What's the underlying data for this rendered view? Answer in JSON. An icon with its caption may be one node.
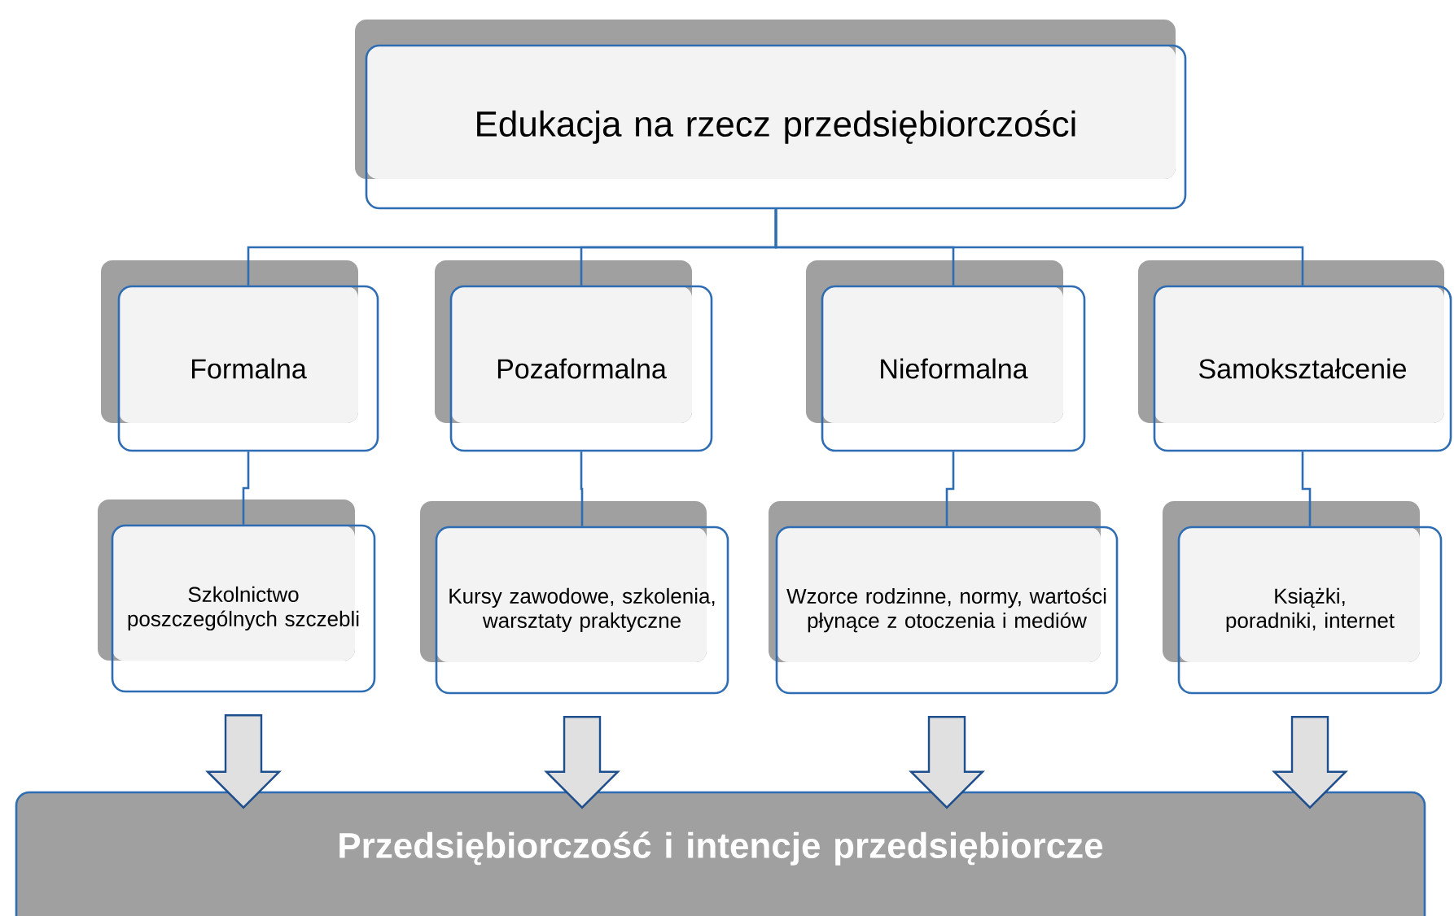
{
  "diagram": {
    "nodes": [
      {
        "text": [
          "Edukacja na rzecz przedsiębiorczości"
        ]
      },
      {
        "text": [
          "Formalna"
        ]
      },
      {
        "text": [
          "Pozaformalna"
        ]
      },
      {
        "text": [
          "Nieformalna"
        ]
      },
      {
        "text": [
          "Samokształcenie"
        ]
      },
      {
        "text": [
          "Szkolnictwo poszczególnych szczebli"
        ]
      },
      {
        "text": [
          "Kursy zawodowe, szkolenia, warsztaty praktyczne"
        ]
      },
      {
        "text": [
          "Wzorce rodzinne, normy, wartości płynące z otoczenia i mediów"
        ]
      },
      {
        "text": [
          "Książki, poradniki, internet"
        ]
      },
      {
        "text": [
          "Przedsiębiorczość i intencje przedsiębiorcze"
        ]
      }
    ],
    "edges": [
      {
        "from": 0,
        "to": 1,
        "arrow": "none"
      },
      {
        "from": 0,
        "to": 2,
        "arrow": "none"
      },
      {
        "from": 0,
        "to": 3,
        "arrow": "none"
      },
      {
        "from": 0,
        "to": 4,
        "arrow": "none"
      },
      {
        "from": 1,
        "to": 5,
        "arrow": "none"
      },
      {
        "from": 2,
        "to": 6,
        "arrow": "none"
      },
      {
        "from": 3,
        "to": 7,
        "arrow": "none"
      },
      {
        "from": 4,
        "to": 8,
        "arrow": "none"
      },
      {
        "from": 5,
        "to": 9,
        "arrow": "to"
      },
      {
        "from": 6,
        "to": 9,
        "arrow": "to"
      },
      {
        "from": 7,
        "to": 9,
        "arrow": "to"
      },
      {
        "from": 8,
        "to": 9,
        "arrow": "to"
      }
    ]
  }
}
